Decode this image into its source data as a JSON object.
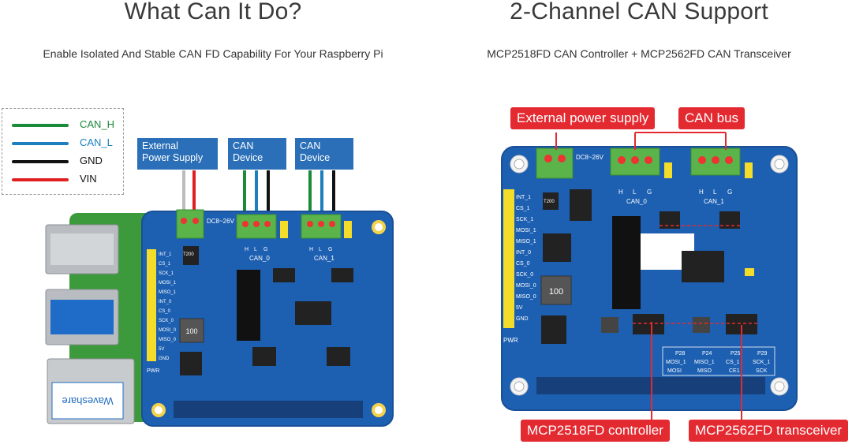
{
  "left": {
    "title": "What Can It Do?",
    "subtitle": "Enable Isolated And Stable CAN FD Capability For Your Raspberry Pi",
    "legend": [
      {
        "label": "CAN_H",
        "color": "#1b8a3a",
        "text_color": "#1b8a3a"
      },
      {
        "label": "CAN_L",
        "color": "#1c7fbf",
        "text_color": "#1c7fbf"
      },
      {
        "label": "GND",
        "color": "#111111",
        "text_color": "#111111"
      },
      {
        "label": "VIN",
        "color": "#e02020",
        "text_color": "#111111"
      }
    ],
    "callouts": {
      "power_line1": "External",
      "power_line2": "Power Supply",
      "dev1_line1": "CAN",
      "dev1_line2": "Device",
      "dev2_line1": "CAN",
      "dev2_line2": "Device"
    },
    "board": {
      "voltage": "DC8~26V",
      "can0": "CAN_0",
      "can1": "CAN_1",
      "pwr": "PWR",
      "module": "T200",
      "inductor": "100",
      "brand": "Waveshare",
      "pin_labels": [
        "INT_1",
        "CS_1",
        "SCK_1",
        "MOSI_1",
        "MISO_1",
        "INT_0",
        "CS_0",
        "SCK_0",
        "MOSI_0",
        "MISO_0",
        "5V",
        "GND"
      ],
      "hlg": [
        "H",
        "L",
        "G"
      ]
    }
  },
  "right": {
    "title": "2-Channel CAN Support",
    "subtitle": "MCP2518FD CAN Controller + MCP2562FD CAN Transceiver",
    "labels": {
      "power": "External power supply",
      "canbus": "CAN bus",
      "controller": "MCP2518FD controller",
      "transceiver": "MCP2562FD transceiver"
    },
    "board": {
      "voltage": "DC8~26V",
      "can0": "CAN_0",
      "can1": "CAN_1",
      "pwr": "PWR",
      "module": "T200",
      "inductor": "100",
      "pin_labels": [
        "INT_1",
        "CS_1",
        "SCK_1",
        "MOSI_1",
        "MISO_1",
        "INT_0",
        "CS_0",
        "SCK_0",
        "MOSI_0",
        "MISO_0",
        "5V",
        "GND"
      ],
      "hlg": [
        "H",
        "L",
        "G"
      ],
      "table_header": [
        "P28",
        "P24",
        "P25",
        "P29"
      ],
      "table_row1": [
        "MOSI_1",
        "MISO_1",
        "CS_1",
        "SCK_1"
      ],
      "table_row2": [
        "MOSI",
        "MISO",
        "CE1",
        "SCK"
      ]
    }
  },
  "colors": {
    "board": "#1d5fb1",
    "board_dark": "#184f96",
    "accent_red": "#e32a31",
    "pi_green": "#3c9a3c",
    "terminal": "#5ab44a",
    "header_yellow": "#f3dc2a"
  }
}
